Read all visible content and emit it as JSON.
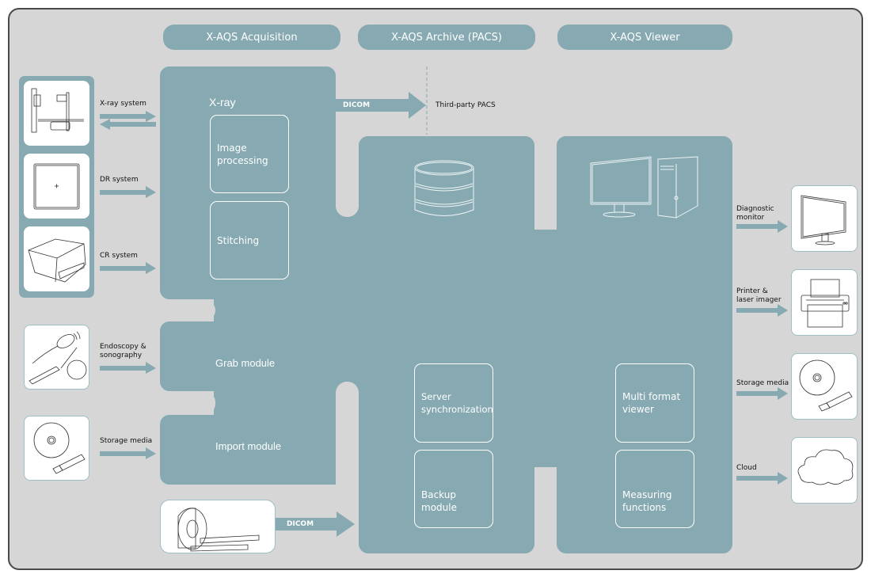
{
  "colors": {
    "teal": "#86a9b2",
    "background": "#d6d6d6",
    "frame_border": "#4a4a4a",
    "card_border": "#9fbec5"
  },
  "headers": {
    "acquisition": "X-AQS Acquisition",
    "archive": "X-AQS Archive (PACS)",
    "viewer": "X-AQS Viewer"
  },
  "acquisition": {
    "xray_title": "X-ray",
    "modules": {
      "image_processing": "Image\nprocessing",
      "stitching": "Stitching"
    },
    "grab_module": "Grab module",
    "import_module": "Import module"
  },
  "archive": {
    "icon": "database-icon",
    "modules": {
      "server_sync": "Server\nsynchronization",
      "backup": "Backup\nmodule"
    }
  },
  "viewer": {
    "icon": "workstation-icon",
    "modules": {
      "multi_format": "Multi format\nviewer",
      "measuring": "Measuring\nfunctions"
    }
  },
  "connections": {
    "dicom_out": "DICOM",
    "third_party": "Third-party PACS",
    "dicom_in": "DICOM"
  },
  "inputs": [
    {
      "label": "X-ray system",
      "icon": "xray-system-icon",
      "direction": "bidirectional"
    },
    {
      "label": "DR system",
      "icon": "dr-detector-icon",
      "direction": "in"
    },
    {
      "label": "CR system",
      "icon": "cr-reader-icon",
      "direction": "in"
    },
    {
      "label": "Endoscopy &\nsonography",
      "icon": "endoscope-ultrasound-icon",
      "direction": "in"
    },
    {
      "label": "Storage media",
      "icon": "cd-usb-icon",
      "direction": "in"
    },
    {
      "label": "",
      "icon": "ct-scanner-icon",
      "direction": "in"
    }
  ],
  "outputs": [
    {
      "label": "Diagnostic\nmonitor",
      "icon": "monitor-icon"
    },
    {
      "label": "Printer &\nlaser imager",
      "icon": "printer-icon"
    },
    {
      "label": "Storage media",
      "icon": "cd-usb-icon"
    },
    {
      "label": "Cloud",
      "icon": "cloud-icon"
    }
  ]
}
